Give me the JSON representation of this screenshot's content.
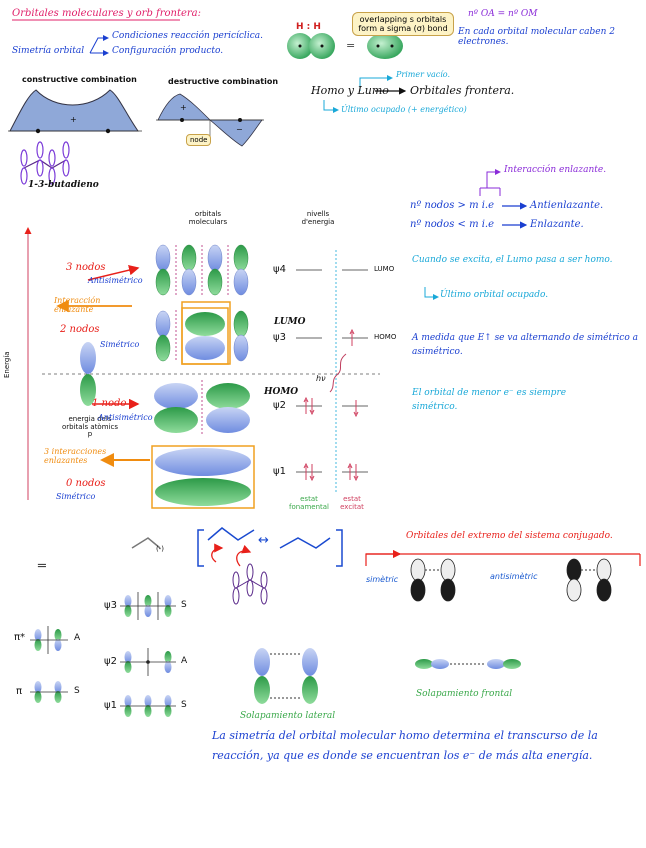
{
  "top_left": {
    "title": "Orbitales moleculares y orb frontera:",
    "cond1": "Condiciones reacción pericíclica.",
    "sym_label": "Simetría orbital",
    "cond2": "Configuración producto."
  },
  "combination": {
    "constructive": "constructive combination",
    "destructive": "destructive combination",
    "node": "node",
    "plus": "+",
    "minus": "−",
    "butadiene": "1-3-butadieno"
  },
  "sigma": {
    "hh": "H : H",
    "bubble": "overlapping s orbitals form a sigma (σ) bond",
    "eq": "=",
    "nOA": "nº OA = nº OM",
    "note": "En cada orbital molecular caben 2 electrones.",
    "first_empty": "Primer vacío.",
    "homo_lumo": "Homo y Lumo",
    "frontier": "Orbitales frontera.",
    "last_occupied": "Último ocupado (+ energético)"
  },
  "interaction": {
    "antibonding_int": "Interacción enlazante.",
    "rule1_left": "nº nodos > m i.e",
    "rule1_right": "Antienlazante.",
    "rule2_left": "nº nodos < m i.e",
    "rule2_right": "Enlazante."
  },
  "diagram": {
    "orbitals_header": "orbitals moleculars",
    "levels_header": "nivells d'energia",
    "energy_axis": "Energía",
    "psi4": "ψ4",
    "psi3": "ψ3",
    "psi2": "ψ2",
    "psi1": "ψ1",
    "lumo": "LUMO",
    "homo": "HOMO",
    "lumo_hand": "LUMO",
    "homo_hand": "HOMO",
    "hv": "hν",
    "ground": "estat fonamental",
    "excited": "estat excitat",
    "p_label": "energia dels orbitals atòmics p",
    "n3": "3 nodos",
    "anti1": "Antisimétrico",
    "int1": "Interacción enlazante",
    "n2": "2 nodos",
    "sim1": "Simétrico",
    "n1": "1 nodo",
    "anti2": "Antisimétrico",
    "int3": "3 interacciones enlazantes",
    "n0": "0 nodos",
    "sim2": "Simétrico"
  },
  "notes_right": {
    "excite": "Cuando se excita, el Lumo pasa a ser homo.",
    "last_occ": "Último orbital ocupado.",
    "alternate": "A medida que E↑ se va alternando de simétrico a asimétrico.",
    "lowest": "El orbital de menor e⁻ es siempre simétrico."
  },
  "bottom": {
    "eq": "═",
    "neg": "(-)",
    "arrow": "↔",
    "extreme": "Orbitales del extremo del sistema conjugado.",
    "symmetric": "simètric",
    "antisymmetric": "antisimètric",
    "pi_star": "π*",
    "pi": "π",
    "A": "A",
    "S": "S",
    "psi3": "ψ3",
    "psi2": "ψ2",
    "psi1": "ψ1",
    "lateral": "Solapamiento lateral",
    "frontal": "Solapamiento frontal",
    "conclusion1": "La simetría del orbital molecular homo determina el transcurso de la",
    "conclusion2": "reacción, ya que es donde se encuentran los e⁻ de más alta energía."
  },
  "colors": {
    "blue_lobe": "#8fa8e8",
    "green_lobe": "#3bb25a",
    "orange_box": "#f0a020",
    "pink": "#e0206a",
    "cyan": "#19a8d8"
  }
}
